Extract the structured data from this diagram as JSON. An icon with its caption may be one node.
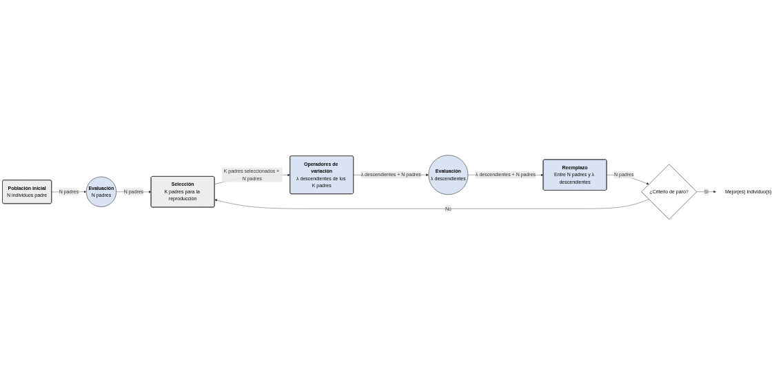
{
  "diagram": {
    "nodes": [
      {
        "text": [
          "Evaluación",
          "N padres"
        ]
      },
      {
        "text": [
          "Selección",
          "K padres para la reproducción"
        ]
      },
      {
        "text": [
          "Operadores de variación",
          "λ descendientes de los K padres"
        ]
      },
      {
        "text": [
          "Población inicial",
          "N individuos padre"
        ]
      },
      {
        "text": [
          "¿Criterio de paro?"
        ]
      },
      {
        "text": [
          "Reemplazo",
          "Entre N padres y λ descendientes"
        ]
      },
      {
        "text": [
          "Evaluación",
          "λ descendientes"
        ]
      },
      {
        "text": [
          "Mejor(es) individuo(s)"
        ]
      }
    ],
    "edges": [
      {
        "from": 3,
        "to": 0,
        "arrow": "to",
        "label": "N padres"
      },
      {
        "from": 0,
        "to": 1,
        "arrow": "to",
        "label": "N padres"
      },
      {
        "from": 1,
        "to": 2,
        "arrow": "to",
        "label": "K padres seleccionados + N padres"
      },
      {
        "from": 2,
        "to": 6,
        "arrow": "to",
        "label": "λ descendientes + N padres"
      },
      {
        "from": 6,
        "to": 5,
        "arrow": "to",
        "label": "λ descendientes + N padres"
      },
      {
        "from": 5,
        "to": 4,
        "arrow": "to",
        "label": "N padres"
      },
      {
        "from": 4,
        "to": 1,
        "arrow": "to",
        "label": "No"
      },
      {
        "from": 4,
        "to": 7,
        "arrow": "to",
        "label": "Si"
      }
    ]
  }
}
